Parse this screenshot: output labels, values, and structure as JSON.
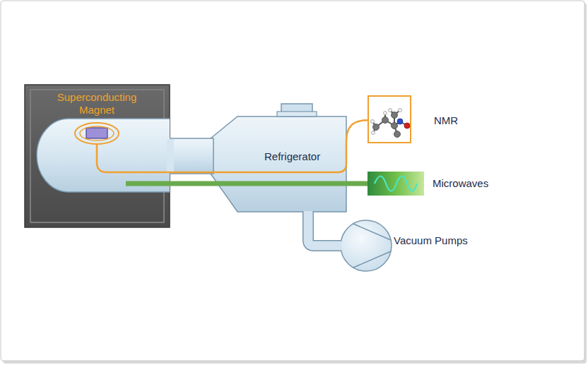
{
  "diagram": {
    "nodes": [
      {
        "text": [
          "Superconducting Magnet"
        ]
      },
      {
        "text": [
          "Refrigerator"
        ]
      },
      {
        "text": [
          "NMR"
        ]
      },
      {
        "text": [
          "Microwaves"
        ]
      },
      {
        "text": [
          "Vacuum Pumps"
        ]
      }
    ],
    "edges": [
      {
        "from": 2,
        "to": 0,
        "arrow": "none"
      },
      {
        "from": 3,
        "to": 0,
        "arrow": "none"
      },
      {
        "from": 1,
        "to": 4,
        "arrow": "none"
      }
    ]
  }
}
